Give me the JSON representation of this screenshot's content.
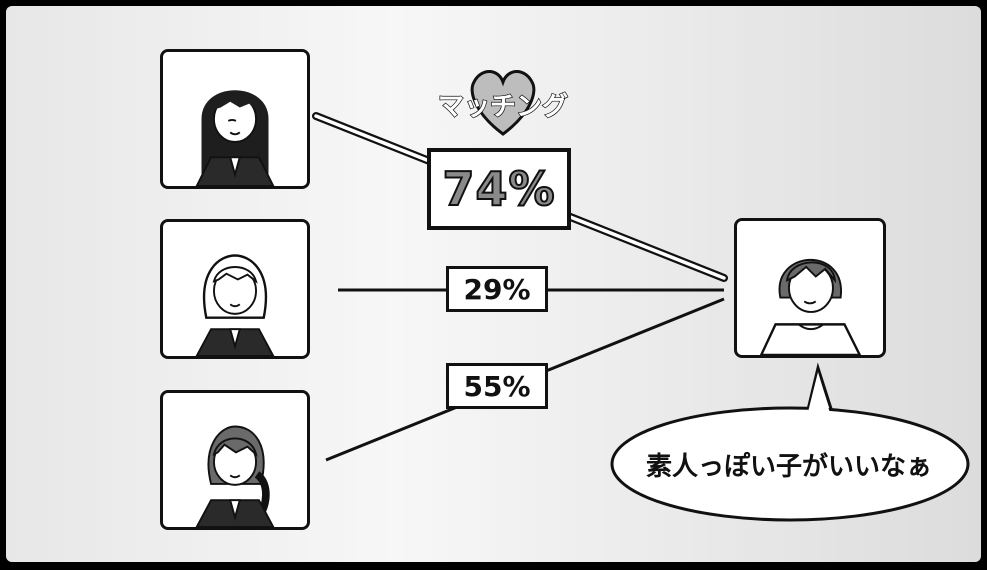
{
  "matching_label": "マッチング",
  "matches": [
    {
      "person": "long-haired girl",
      "percent": "74%"
    },
    {
      "person": "short-haired girl",
      "percent": "29%"
    },
    {
      "person": "ponytail girl",
      "percent": "55%"
    }
  ],
  "speech_bubble": "素人っぽい子がいいなぁ"
}
